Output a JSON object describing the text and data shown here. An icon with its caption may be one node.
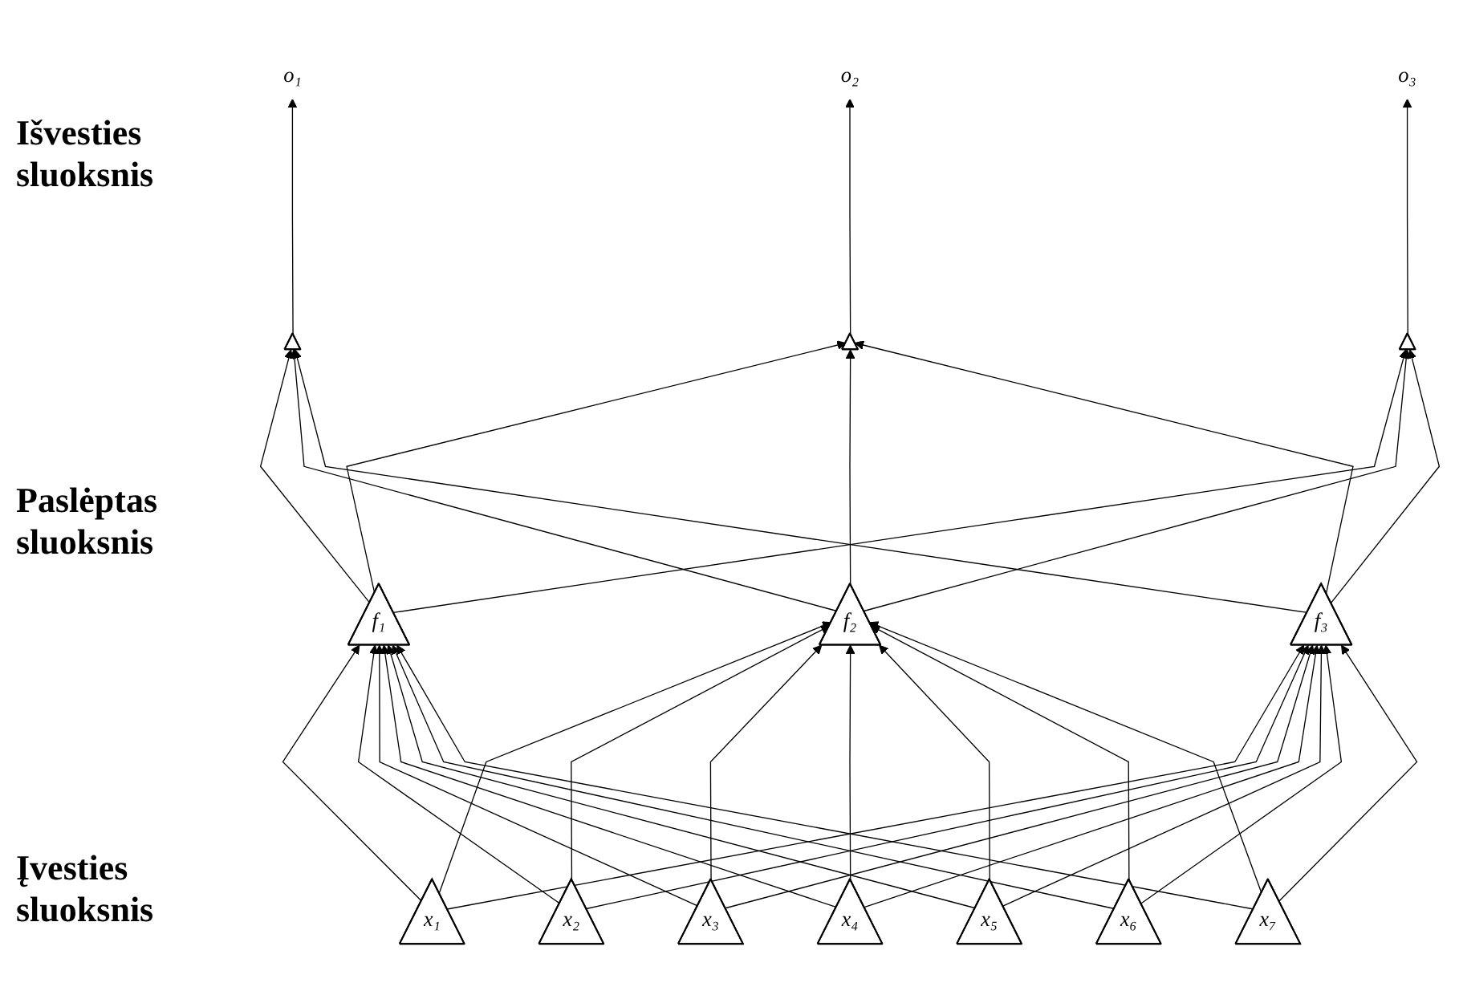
{
  "diagram": {
    "nodes": [
      {
        "text": [
          "o₁"
        ]
      },
      {
        "text": [
          "o₂"
        ]
      },
      {
        "text": [
          "o₃"
        ]
      },
      {
        "text": [],
        "shape": "triangle"
      },
      {
        "text": [],
        "shape": "triangle"
      },
      {
        "text": [],
        "shape": "triangle"
      },
      {
        "text": [
          "f₁"
        ]
      },
      {
        "text": [
          "f₂"
        ]
      },
      {
        "text": [
          "f₃"
        ]
      },
      {
        "text": [
          "x₁"
        ]
      },
      {
        "text": [
          "x₂"
        ]
      },
      {
        "text": [
          "x₃"
        ]
      },
      {
        "text": [
          "x₄"
        ]
      },
      {
        "text": [
          "x₅"
        ]
      },
      {
        "text": [
          "x₆"
        ]
      },
      {
        "text": [
          "x₇"
        ]
      }
    ],
    "edges": [
      {
        "from": 9,
        "to": 6,
        "arrow": "to"
      },
      {
        "from": 9,
        "to": 7,
        "arrow": "to"
      },
      {
        "from": 9,
        "to": 8,
        "arrow": "to"
      },
      {
        "from": 10,
        "to": 6,
        "arrow": "to"
      },
      {
        "from": 10,
        "to": 7,
        "arrow": "to"
      },
      {
        "from": 10,
        "to": 8,
        "arrow": "to"
      },
      {
        "from": 11,
        "to": 6,
        "arrow": "to"
      },
      {
        "from": 11,
        "to": 7,
        "arrow": "to"
      },
      {
        "from": 11,
        "to": 8,
        "arrow": "to"
      },
      {
        "from": 12,
        "to": 6,
        "arrow": "to"
      },
      {
        "from": 12,
        "to": 7,
        "arrow": "to"
      },
      {
        "from": 12,
        "to": 8,
        "arrow": "to"
      },
      {
        "from": 13,
        "to": 6,
        "arrow": "to"
      },
      {
        "from": 13,
        "to": 7,
        "arrow": "to"
      },
      {
        "from": 13,
        "to": 8,
        "arrow": "to"
      },
      {
        "from": 14,
        "to": 6,
        "arrow": "to"
      },
      {
        "from": 14,
        "to": 7,
        "arrow": "to"
      },
      {
        "from": 14,
        "to": 8,
        "arrow": "to"
      },
      {
        "from": 15,
        "to": 6,
        "arrow": "to"
      },
      {
        "from": 15,
        "to": 7,
        "arrow": "to"
      },
      {
        "from": 15,
        "to": 8,
        "arrow": "to"
      },
      {
        "from": 6,
        "to": 3,
        "arrow": "to"
      },
      {
        "from": 6,
        "to": 4,
        "arrow": "to"
      },
      {
        "from": 6,
        "to": 5,
        "arrow": "to"
      },
      {
        "from": 7,
        "to": 3,
        "arrow": "to"
      },
      {
        "from": 7,
        "to": 4,
        "arrow": "to"
      },
      {
        "from": 7,
        "to": 5,
        "arrow": "to"
      },
      {
        "from": 8,
        "to": 3,
        "arrow": "to"
      },
      {
        "from": 8,
        "to": 4,
        "arrow": "to"
      },
      {
        "from": 8,
        "to": 5,
        "arrow": "to"
      },
      {
        "from": 3,
        "to": 0,
        "arrow": "to"
      },
      {
        "from": 4,
        "to": 1,
        "arrow": "to"
      },
      {
        "from": 5,
        "to": 2,
        "arrow": "to"
      }
    ],
    "labels": [
      "Išvesties sluoksnis",
      "Paslėptas sluoksnis",
      "Įvesties sluoksnis"
    ]
  }
}
